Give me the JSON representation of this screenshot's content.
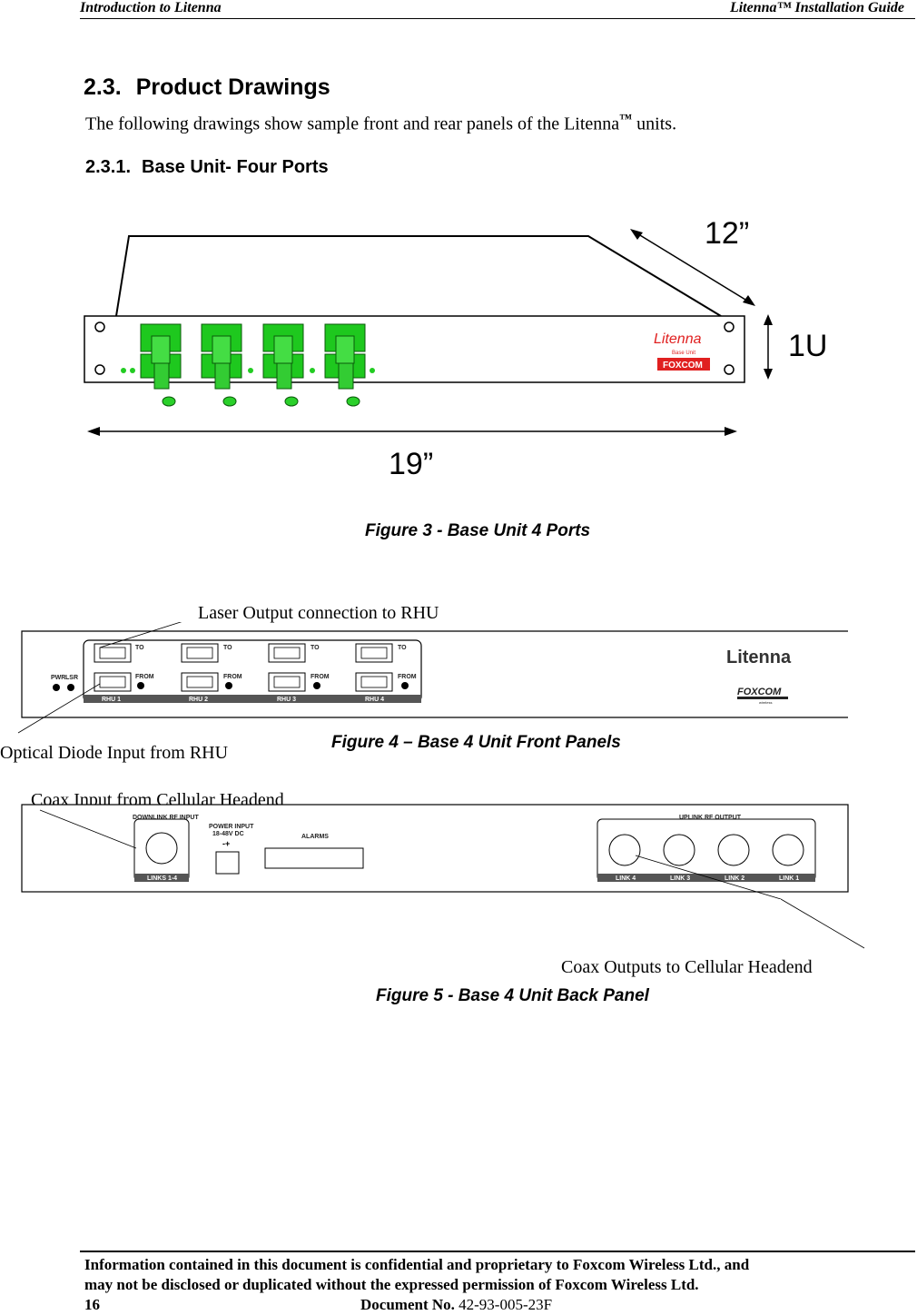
{
  "header": {
    "left": "Introduction to Litenna",
    "right": "Litenna™ Installation Guide"
  },
  "section": {
    "number": "2.3.",
    "title": "Product Drawings",
    "intro_prefix": "The following drawings show sample front and rear panels of the Litenna",
    "intro_tm": "™",
    "intro_suffix": " units."
  },
  "subsection": {
    "number": "2.3.1.",
    "title": "Base Unit- Four Ports"
  },
  "figure3": {
    "caption": "Figure 3 - Base Unit  4 Ports",
    "dim_depth": "12”",
    "dim_height": "1U",
    "dim_width": "19”",
    "logo_text": "Litenna",
    "logo_sub": "Base Unit",
    "brand": "FOXCOM"
  },
  "figure4": {
    "caption": "Figure 4 – Base 4 Unit Front Panels",
    "callout_top": "Laser Output connection to RHU",
    "callout_bottom": "Optical Diode Input from RHU",
    "pwr_label": "PWR",
    "lsr_label": "LSR",
    "to_label": "TO",
    "from_label": "FROM",
    "ports": [
      "RHU 1",
      "RHU 2",
      "RHU 3",
      "RHU 4"
    ],
    "logo_text": "Litenna",
    "brand": "FOXCOM",
    "brand_sub": "wireless"
  },
  "figure5": {
    "caption": "Figure 5 - Base 4 Unit Back Panel",
    "callout_input": "Coax Input from Cellular Headend",
    "callout_outputs": "Coax Outputs to Cellular Headend",
    "downlink_label": "DOWNLINK RF INPUT",
    "downlink_sub": "LINKS 1-4",
    "power_label": "POWER INPUT",
    "power_sub": "18-48V DC",
    "power_sym": "-+",
    "alarms_label": "ALARMS",
    "uplink_label": "UPLINK RF OUTPUT",
    "links": [
      "LINK 4",
      "LINK 3",
      "LINK 2",
      "LINK 1"
    ]
  },
  "footer": {
    "line1": "Information contained in this document is confidential and proprietary to Foxcom Wireless Ltd., and",
    "line2": "may not be disclosed or duplicated without the expressed permission of Foxcom Wireless Ltd.",
    "page_number": "16",
    "doc_label": "Document No. ",
    "doc_number": "42-93-005-23F"
  }
}
